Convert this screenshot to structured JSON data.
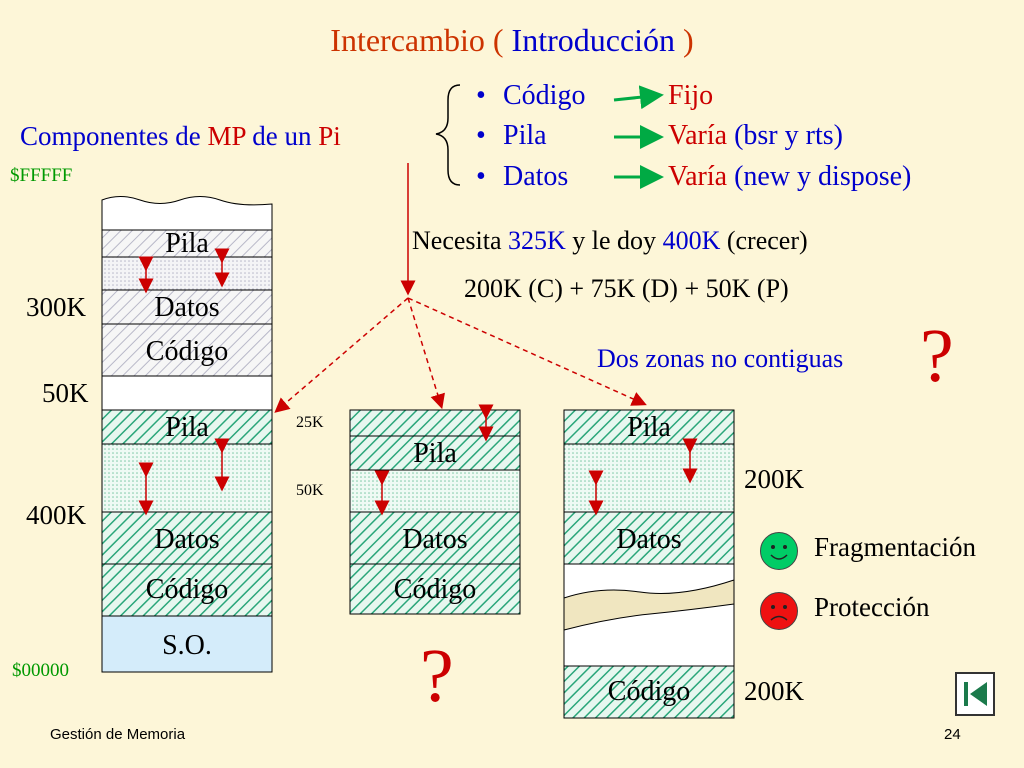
{
  "title": {
    "prefix": "Intercambio ( ",
    "highlight": "Introducción",
    "suffix": " )"
  },
  "components": {
    "prefix": "Componentes de ",
    "mp": "MP",
    "mid": " de un ",
    "pi": "Pi"
  },
  "bullets": [
    {
      "name": "Código",
      "result": "Fijo",
      "note": ""
    },
    {
      "name": "Pila",
      "result": "Varía",
      "note": " (bsr y rts)"
    },
    {
      "name": "Datos",
      "result": "Varía",
      "note": " (new y dispose)"
    }
  ],
  "bullet_char": "•",
  "addresses": {
    "top": "$FFFFF",
    "bottom": "$00000"
  },
  "need": {
    "prefix": "Necesita ",
    "need_value": "325K",
    "mid": " y le doy ",
    "give_value": "400K",
    "suffix": " (crecer)"
  },
  "sum_line": "200K (C) + 75K (D) + 50K (P)",
  "non_contiguous": "Dos zonas no contiguas",
  "question_mark": "?",
  "left_column": {
    "label_300k": "300K",
    "label_50k": "50K",
    "label_400k": "400K",
    "top_segments": [
      "Pila",
      "Datos",
      "Código"
    ],
    "bottom_segments": [
      "Pila",
      "Datos",
      "Código",
      "S.O."
    ]
  },
  "middle_column": {
    "label_25k": "25K",
    "label_50k": "50K",
    "segments": [
      "Pila",
      "Datos",
      "Código"
    ]
  },
  "right_column": {
    "label_200k_top": "200K",
    "label_200k_bottom": "200K",
    "segments": [
      "Pila",
      "Datos",
      "Código"
    ]
  },
  "legend": {
    "fragmentation": "Fragmentación",
    "protection": "Protección",
    "good_color": "#00cc66",
    "bad_color": "#ee1111"
  },
  "footer": {
    "left": "Gestión de Memoria",
    "right": "24"
  }
}
